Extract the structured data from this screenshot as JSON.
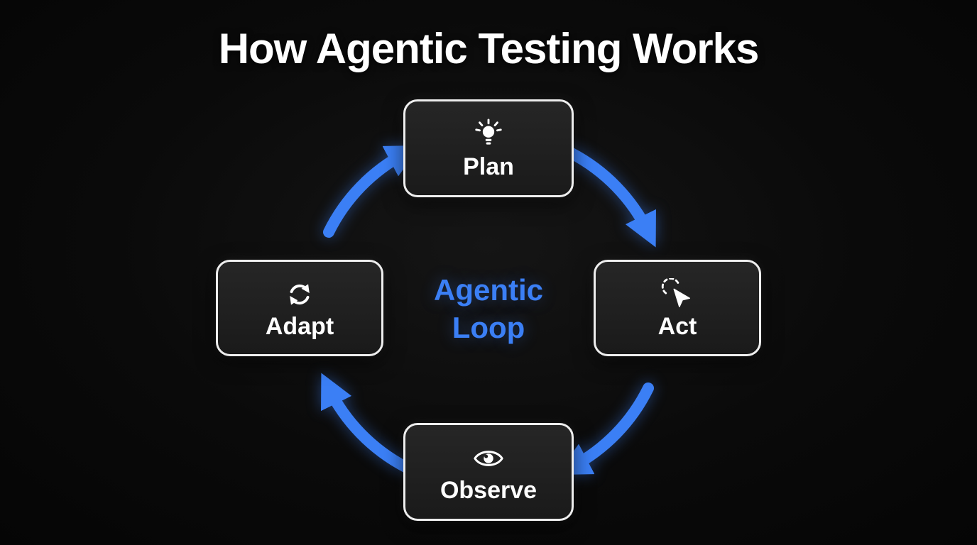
{
  "title": "How Agentic Testing Works",
  "center_label": {
    "line1": "Agentic",
    "line2": "Loop"
  },
  "nodes": {
    "plan": {
      "label": "Plan",
      "icon": "lightbulb-icon"
    },
    "act": {
      "label": "Act",
      "icon": "cursor-click-icon"
    },
    "observe": {
      "label": "Observe",
      "icon": "eye-icon"
    },
    "adapt": {
      "label": "Adapt",
      "icon": "refresh-icon"
    }
  },
  "loop": {
    "direction": "clockwise",
    "sequence": [
      "Plan",
      "Act",
      "Observe",
      "Adapt"
    ]
  },
  "colors": {
    "background": "#0a0a0a",
    "accent": "#3b7ff5",
    "node_fill": "#1f1f1f",
    "node_border": "#eeeeee",
    "text": "#ffffff"
  }
}
